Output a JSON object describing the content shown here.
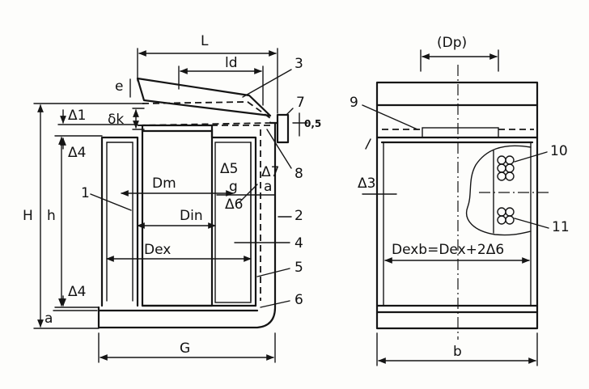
{
  "drawing": {
    "left_view": {
      "dim_L": "L",
      "dim_ld": "ld",
      "dim_e": "e",
      "dim_dk": "δk",
      "dim_H": "H",
      "dim_h": "h",
      "dim_a": "a",
      "dim_G": "G",
      "delta_1": "Δ1",
      "delta_4_top": "Δ4",
      "delta_4_bottom": "Δ4",
      "delta_5": "Δ5",
      "delta_6": "Δ6",
      "delta_7": "Δ7",
      "dim_g": "g",
      "dim_a_inner": "a",
      "dim_Dm": "Dm",
      "dim_Din": "Din",
      "dim_Dex": "Dex",
      "clearance": "0,5",
      "callouts": [
        "1",
        "2",
        "3",
        "4",
        "5",
        "6",
        "7",
        "8"
      ]
    },
    "right_view": {
      "dim_Dp": "(Dp)",
      "delta_3": "Δ3",
      "formula": "Dexb=Dex+2Δ6",
      "dim_b": "b",
      "callouts": [
        "9",
        "10",
        "11"
      ]
    }
  }
}
